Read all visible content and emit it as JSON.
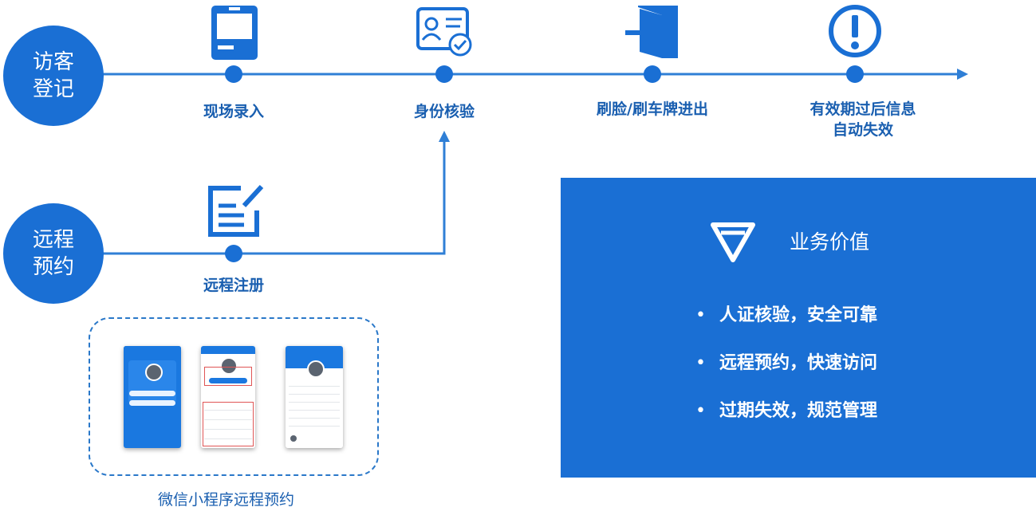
{
  "colors": {
    "primary": "#1a6fd4",
    "label": "#1a5fb0",
    "line": "#2f7fd6"
  },
  "left_labels": {
    "visitor": "访客\n登记",
    "remote": "远程\n预约"
  },
  "steps": [
    {
      "label": "现场录入",
      "icon": "kiosk-icon"
    },
    {
      "label": "身份核验",
      "icon": "id-card-verify-icon"
    },
    {
      "label": "刷脸/刷车牌进出",
      "icon": "door-enter-icon"
    },
    {
      "label": "有效期过后信息\n自动失效",
      "icon": "alert-icon"
    }
  ],
  "remote_step": {
    "label": "远程注册",
    "icon": "form-edit-icon"
  },
  "value_panel": {
    "title": "业务价值",
    "icon": "diamond-icon",
    "items": [
      "人证核验，安全可靠",
      "远程预约，快速访问",
      "过期失效，规范管理"
    ],
    "bullet": "•"
  },
  "caption": "微信小程序远程预约"
}
